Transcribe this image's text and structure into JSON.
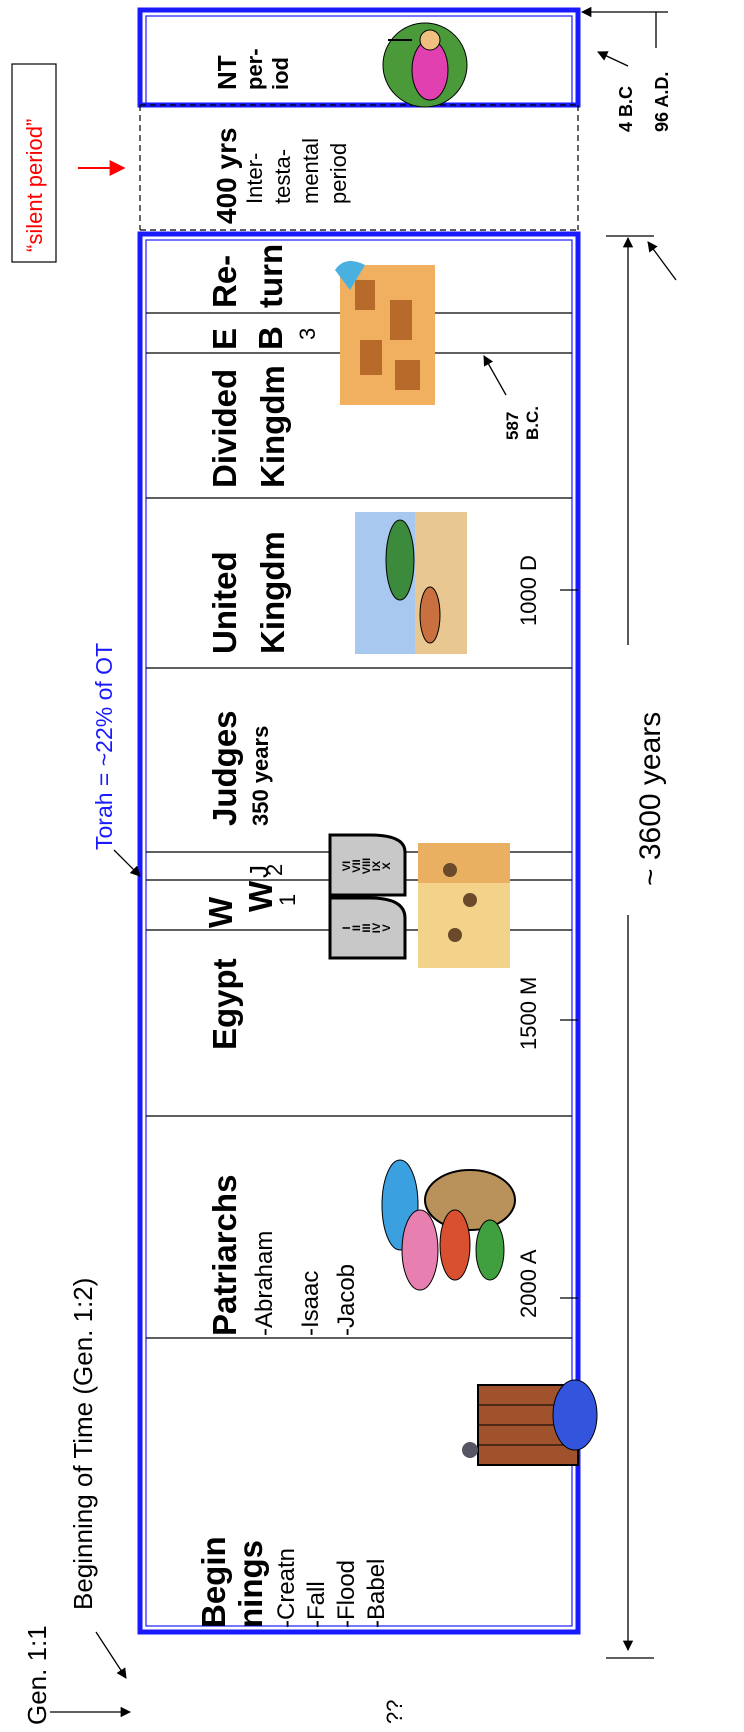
{
  "gen_label": "Gen. 1:1",
  "beginning_label": "Beginning of Time (Gen. 1:2)",
  "torah_label": "Torah = ~22% of OT",
  "silent_period_label": "“silent period”",
  "question_marks": "??",
  "span_label": "~ 3600 years",
  "bc_label": "4 B.C",
  "ad_label": "96 A.D.",
  "colors": {
    "frame": "#1a1aff",
    "silent": "#ff0000",
    "torah": "#1a1aff"
  },
  "periods": {
    "beginnings": {
      "title1": "Begin",
      "title2": "nings",
      "items": [
        "-Creatn",
        "-Fall",
        "-Flood",
        "-Babel"
      ]
    },
    "patriarchs": {
      "title": "Patriarchs",
      "items": [
        "-Abraham",
        "-Isaac",
        "-Jacob"
      ],
      "date": "2000 A"
    },
    "egypt": {
      "title": "Egypt",
      "date": "1500 M"
    },
    "wilderness": {
      "w1": "W",
      "w2": "W",
      "j": "J",
      "n1": "1",
      "n2": "2"
    },
    "judges": {
      "title": "Judges",
      "sub": "350 years"
    },
    "united": {
      "title1": "United",
      "title2": "Kingdm",
      "date": "1000 D"
    },
    "divided": {
      "title1": "Divided",
      "title2": "Kingdm",
      "date1": "587",
      "date2": "B.C."
    },
    "exile": {
      "e": "E",
      "b": "B",
      "n3": "3"
    },
    "return": {
      "title1": "Re-",
      "title2": "turn"
    },
    "intertestamental": {
      "line1": "400 yrs",
      "line2": "Inter-",
      "line3": "testa-",
      "line4": "mental",
      "line5": "period"
    },
    "nt": {
      "line1": "NT",
      "line2": "per-",
      "line3": "iod"
    }
  },
  "tablets": {
    "left": [
      "I",
      "II",
      "III",
      "IV",
      "V"
    ],
    "right": [
      "VI",
      "VII",
      "VIII",
      "IX",
      "X"
    ]
  },
  "icons": [
    "ark-icon",
    "family-icon",
    "tablets-icon",
    "camel-caravan-icon",
    "david-goliath-icon",
    "city-icon",
    "nativity-icon"
  ]
}
